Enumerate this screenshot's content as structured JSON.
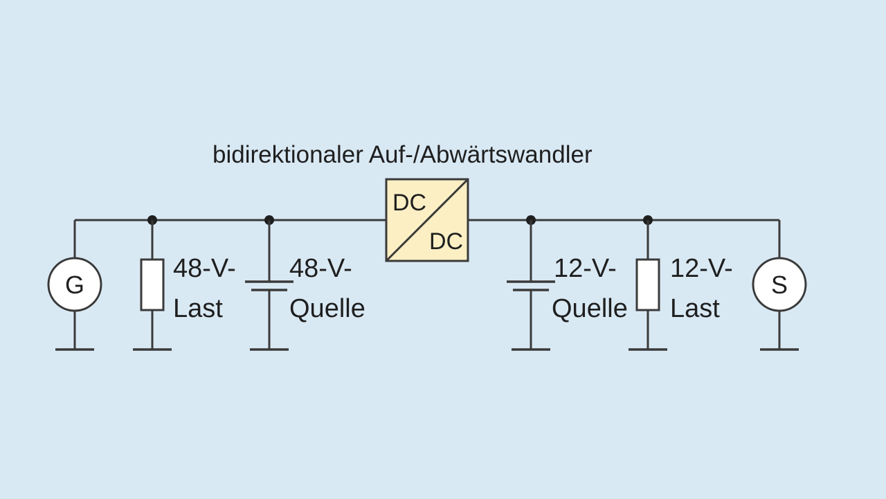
{
  "title": "bidirektionaler Auf-/Abwärtswandler",
  "converter": {
    "top": "DC",
    "bottom": "DC",
    "fill": "#fcefc4"
  },
  "generator": {
    "symbol": "G"
  },
  "starter": {
    "symbol": "S"
  },
  "load_48v": {
    "line1": "48-V-",
    "line2": "Last"
  },
  "source_48v": {
    "line1": "48-V-",
    "line2": "Quelle"
  },
  "source_12v": {
    "line1": "12-V-",
    "line2": "Quelle"
  },
  "load_12v": {
    "line1": "12-V-",
    "line2": "Last"
  },
  "colors": {
    "background": "#d9e9f4",
    "line": "#3a3a3a"
  }
}
